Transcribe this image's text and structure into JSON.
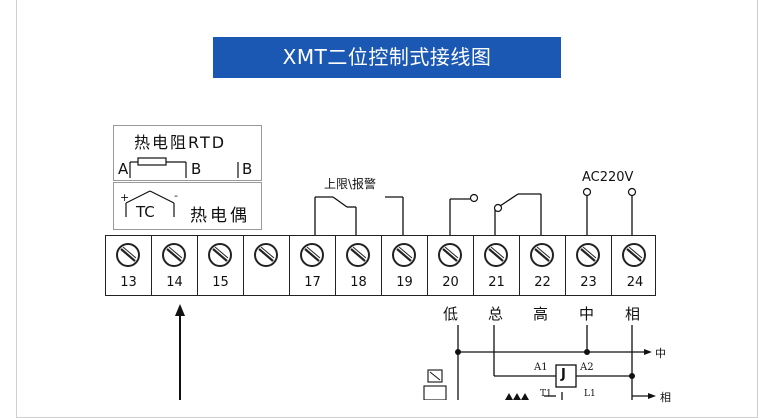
{
  "title": "XMT二位控制式接线图",
  "rtd": {
    "label": "热电阻RTD",
    "left_term": "A",
    "mid_term": "B",
    "right_term": "B"
  },
  "tc": {
    "symbol": "TC",
    "plus": "+",
    "minus": "-",
    "label": "热电偶"
  },
  "annotations": {
    "upper_limit_alarm": "上限\\报警",
    "supply": "AC220V"
  },
  "terminals": [
    "13",
    "14",
    "15",
    "",
    "17",
    "18",
    "19",
    "20",
    "21",
    "22",
    "23",
    "24"
  ],
  "under_labels": {
    "t20": "低",
    "t21": "总",
    "t22": "高",
    "t23": "中",
    "t24": "相"
  },
  "circuit": {
    "neutral": "中",
    "line": "相",
    "relay": "J",
    "a1": "A1",
    "a2": "A2",
    "l1": "L1",
    "t1": "T1"
  },
  "colors": {
    "banner": "#1a58b3"
  }
}
